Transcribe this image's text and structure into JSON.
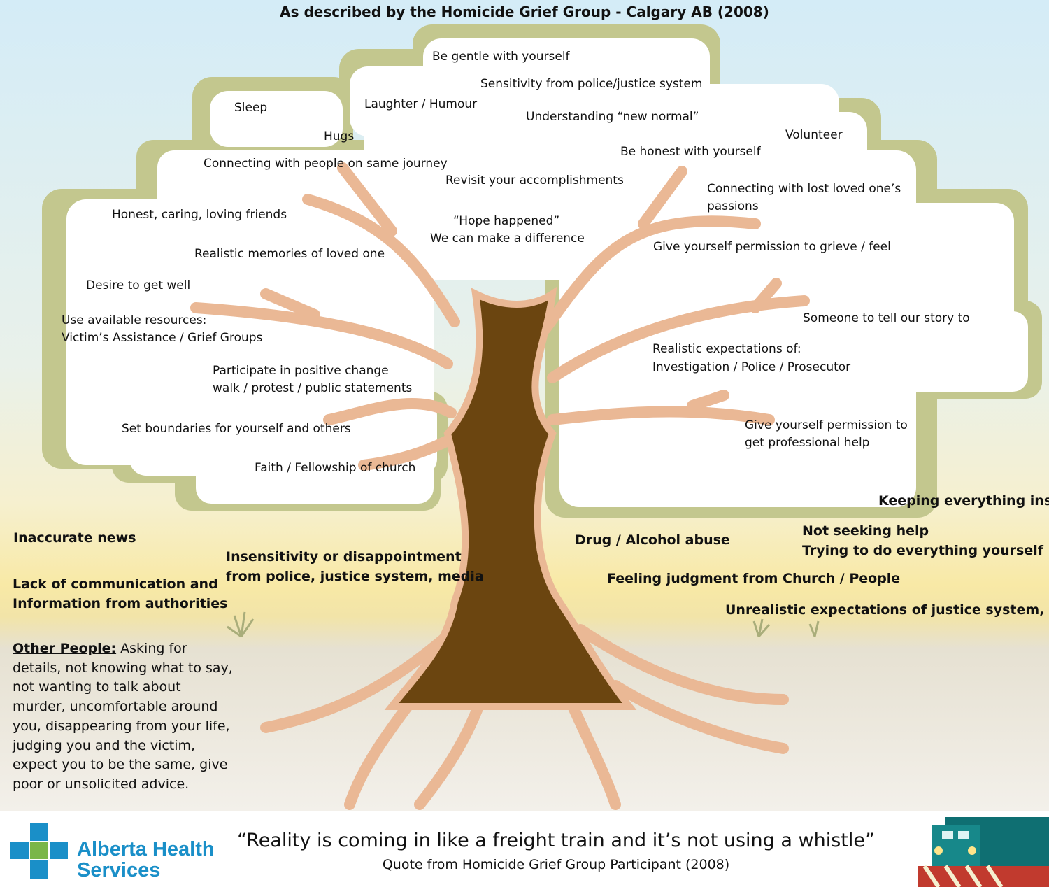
{
  "title": "As described by the Homicide Grief Group  -  Calgary AB  (2008)",
  "leaves": [
    "Be gentle with yourself",
    "Sensitivity from police/justice system",
    "Sleep",
    "Laughter / Humour",
    "Understanding “new normal”",
    "Hugs",
    "Volunteer",
    "Be honest with yourself",
    "Connecting with people on same journey",
    "Revisit your accomplishments",
    "Connecting with lost loved one’s",
    "passions",
    "Honest, caring, loving friends",
    "“Hope happened”",
    "We can make a difference",
    "Give yourself permission to grieve / feel",
    "Realistic memories of loved one",
    "Desire to get well",
    "Someone to tell our story to",
    "Use available resources:",
    "Victim’s Assistance / Grief Groups",
    "Realistic expectations of:",
    "Investigation / Police / Prosecutor",
    "Participate in positive change",
    "walk /  protest / public statements",
    "Set boundaries for yourself and others",
    "Give yourself permission to",
    "get professional help",
    "Faith / Fellowship of church"
  ],
  "roots": {
    "keeping_inside": "Keeping everything inside",
    "not_seeking": "Not seeking help",
    "trying_all": "Trying to do everything yourself",
    "inaccurate_news": "Inaccurate news",
    "drug_alcohol": "Drug / Alcohol abuse",
    "insensitivity_1": "Insensitivity or disappointment",
    "insensitivity_2": "from police, justice system, media",
    "lack_comm_1": "Lack of communication and",
    "lack_comm_2": "Information from authorities",
    "feeling_judgment": "Feeling judgment from Church / People",
    "unrealistic": "Unrealistic expectations of justice system, etc.",
    "other_people_label": "Other People:",
    "other_people_text": " Asking for details, not knowing what to say, not wanting to talk about murder, uncomfortable around you, disappearing from your life, judging you and the victim, expect you to be the same, give poor or unsolicited advice."
  },
  "quote": "“Reality is coming in like a freight train and it’s not using a whistle”",
  "quote_source": "Quote from Homicide Grief Group Participant (2008)",
  "logo": {
    "line1": "Alberta Health",
    "line2": "Services"
  },
  "colors": {
    "sky_top": "#d4ecf7",
    "ground": "#f5e6a0",
    "canopy_border": "#c3c78e",
    "trunk": "#6b4510",
    "branch": "#eab895",
    "logo_blue": "#1a8fc8",
    "logo_green": "#7ab648"
  }
}
